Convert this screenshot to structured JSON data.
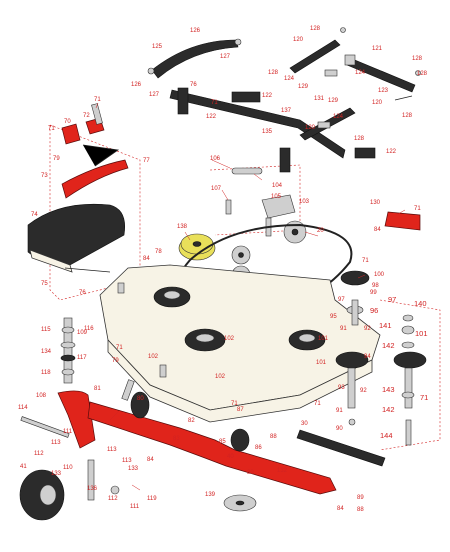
{
  "callouts": {
    "c71a": "71",
    "c70": "70",
    "c72": "72",
    "c71b": "71",
    "c79": "79",
    "c77": "77",
    "c73": "73",
    "c74": "74",
    "c75": "75",
    "c76a": "76",
    "c126a": "126",
    "c125": "125",
    "c127a": "127",
    "c126b": "126",
    "c127b": "127",
    "c76b": "76",
    "c71c": "71",
    "c122a": "122",
    "c122b": "122",
    "c137": "137",
    "c135": "135",
    "c128a": "128",
    "c120a": "120",
    "c121": "121",
    "c128b": "128",
    "c128c": "128",
    "c124a": "124",
    "c129a": "129",
    "c131": "131",
    "c124b": "124",
    "c128d": "128",
    "c123": "123",
    "c120b": "120",
    "c124c": "124",
    "c129b": "129",
    "c120c": "120",
    "c128e": "128",
    "c128f": "128",
    "c122c": "122",
    "c106": "106",
    "c107": "107",
    "c104": "104",
    "c105": "105",
    "c103": "103",
    "c138": "138",
    "c130": "130",
    "c71d": "71",
    "c84a": "84",
    "c20": "20",
    "c78": "78",
    "c84b": "84",
    "c71e": "71",
    "c100": "100",
    "c98": "98",
    "c99": "99",
    "c97a": "97",
    "c96": "96",
    "c97b": "97",
    "c140": "140",
    "c95": "95",
    "c141": "141",
    "c101a": "101",
    "c91a": "91",
    "c92a": "92",
    "c142a": "142",
    "c101b": "101",
    "c102a": "102",
    "c101c": "101",
    "c94": "94",
    "c115": "115",
    "c109": "109",
    "c116": "116",
    "c134": "134",
    "c117": "117",
    "c118": "118",
    "c81": "81",
    "c79b": "79",
    "c102b": "102",
    "c71f": "71",
    "c102c": "102",
    "c93": "93",
    "c92b": "92",
    "c143": "143",
    "c142b": "142",
    "c71g": "71",
    "c80": "80",
    "c91b": "91",
    "c144": "144",
    "c90": "90",
    "c108": "108",
    "c111a": "111",
    "c82": "82",
    "c71h": "71",
    "c87": "87",
    "c71i": "71",
    "c85": "85",
    "c86": "86",
    "c40": "40",
    "c88": "88",
    "c30": "30",
    "c89": "89",
    "c114": "114",
    "c113a": "113",
    "c112a": "112",
    "c110": "110",
    "c83": "83",
    "c113b": "113",
    "c84c": "84",
    "c41": "41",
    "c133a": "133",
    "c136": "136",
    "c113c": "113",
    "c133b": "133",
    "c112b": "112",
    "c119": "119",
    "c111b": "111",
    "c132": "132",
    "c139": "139",
    "c84d": "84",
    "c89b": "89",
    "c88b": "88"
  },
  "colors": {
    "callout": "#d22222",
    "deck": "#f7f3e6",
    "red_parts": "#e0241b",
    "dark_parts": "#2b2b2b",
    "pulley_yellow": "#e9e05a"
  }
}
